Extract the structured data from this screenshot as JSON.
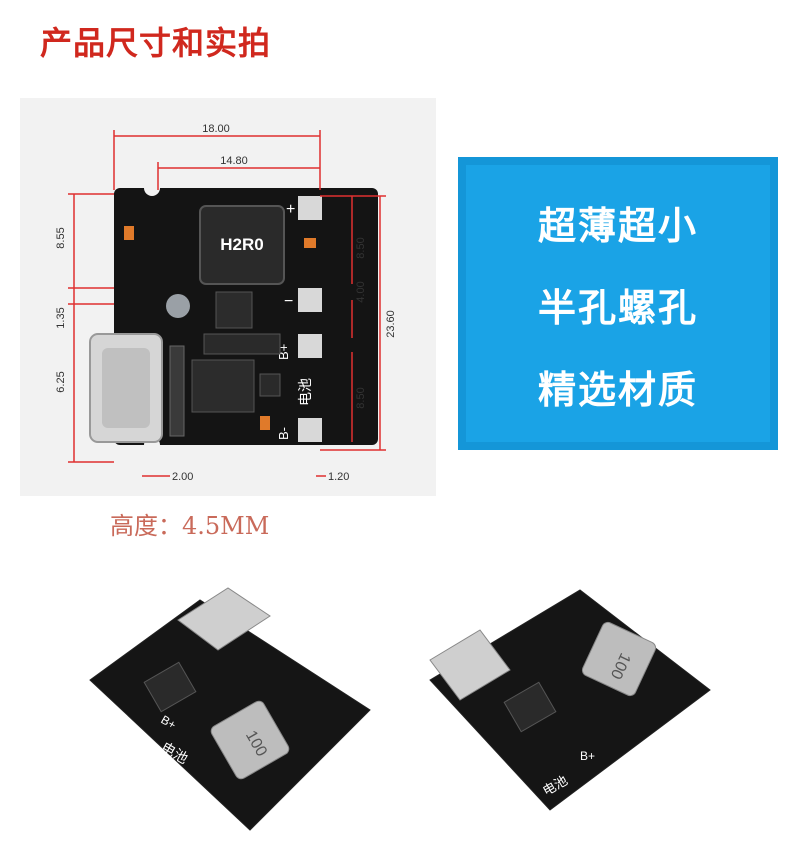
{
  "title": "产品尺寸和实拍",
  "features": [
    "超薄超小",
    "半孔螺孔",
    "精选材质"
  ],
  "height_note": "高度：4.5MM",
  "dimensions": {
    "width_outer": "18.00",
    "width_inner": "14.80",
    "left_top": "8.55",
    "left_mid": "1.35",
    "left_bottom": "6.25",
    "right_upper": "8.50",
    "right_mid": "4.00",
    "right_lower": "8.50",
    "right_total": "23.60",
    "bottom_left": "2.00",
    "bottom_right": "1.20"
  },
  "board_labels": {
    "inductor": "H2R0",
    "plus": "+",
    "minus": "−",
    "b_plus": "B+",
    "b_minus": "B-",
    "battery": "电池",
    "photo_inductor": "100"
  },
  "colors": {
    "title": "#d0281e",
    "feature_bg": "#1aa3e6",
    "dimension_lines": "#e03030",
    "board": "#141414"
  }
}
